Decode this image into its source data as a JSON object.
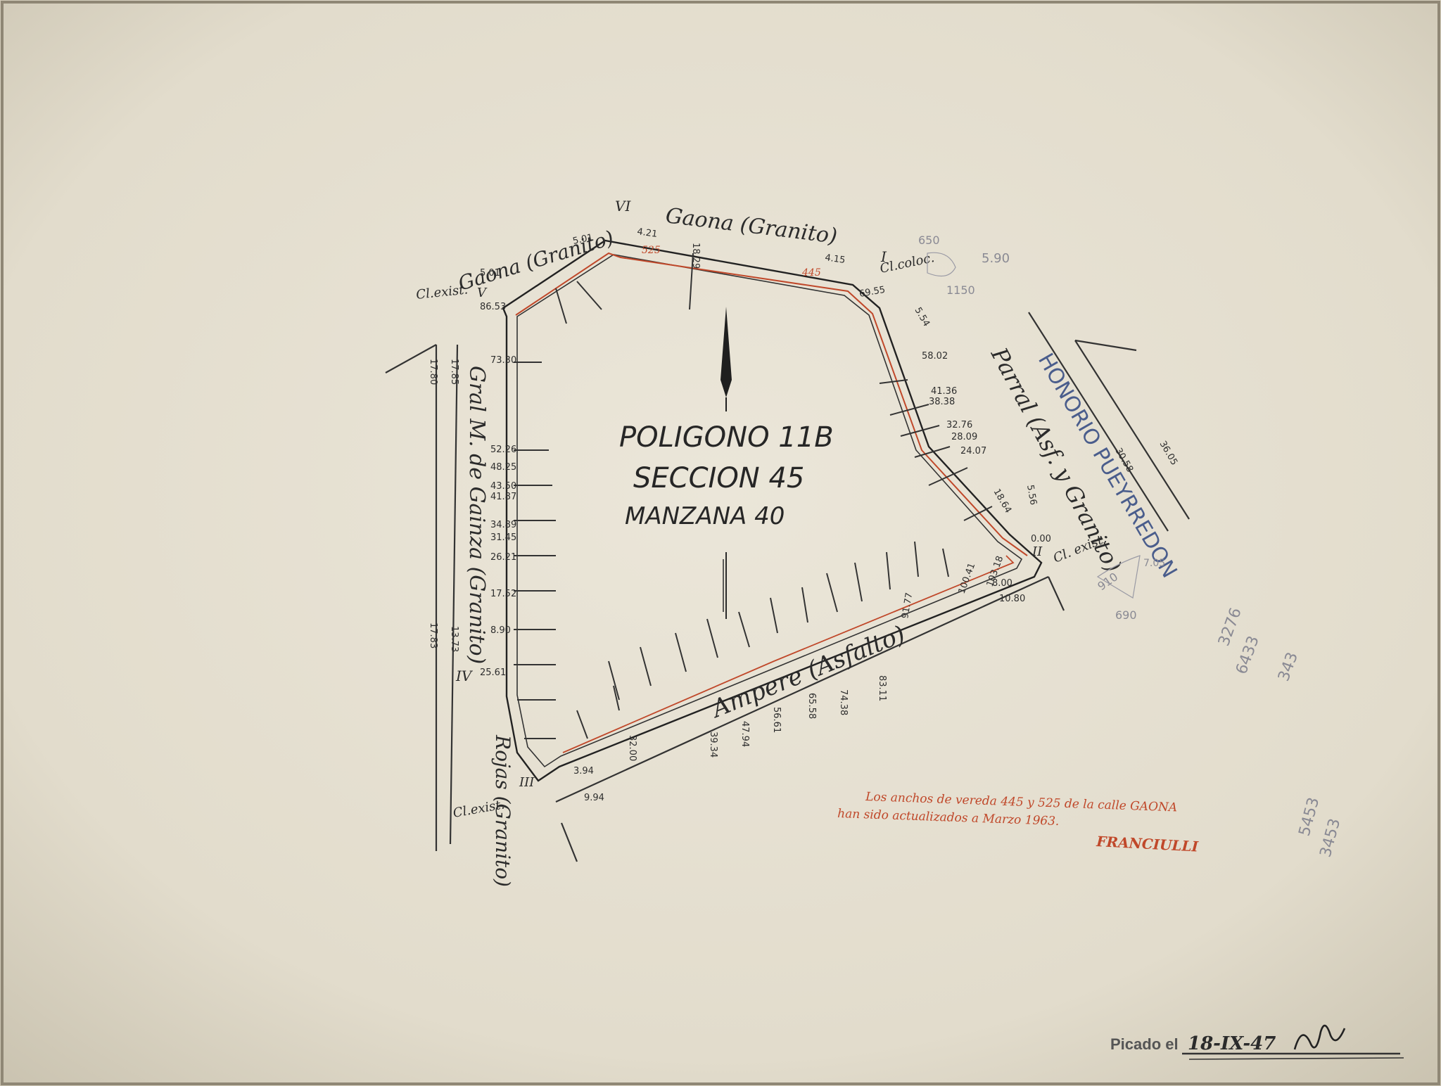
{
  "map": {
    "title_lines": [
      "POLIGONO 11B",
      "SECCION 45",
      "MANZANA 40"
    ],
    "streets": {
      "gaona_top": "Gaona (Granito)",
      "gaona_left": "Gaona (Granito)",
      "gral_gainza": "Gral M. de Gainza (Granito)",
      "ampere": "Ampere (Asfalto)",
      "parral": "Parral (Asf. y Granito)",
      "honorio": "HONORIO PUEYRREDON",
      "rojas": "Rojas (Granito)"
    },
    "vertex_labels": [
      "I",
      "II",
      "III",
      "IV",
      "V",
      "VI"
    ],
    "cl_labels": {
      "cl_exist_top": "Cl.exist.",
      "cl_coloc": "Cl.coloc.",
      "cl_exist_right": "Cl. exist.",
      "cl_exist_bottom": "Cl.exist."
    },
    "widths_red": [
      "525",
      "445"
    ],
    "measurements": {
      "top": [
        "5.01",
        "5.01",
        "4.21",
        "18.29",
        "4.15",
        "69.55",
        "86.53",
        "5.54"
      ],
      "left": [
        "73.30",
        "52.26",
        "48.25",
        "43.50",
        "41.87",
        "34.89",
        "31.45",
        "26.21",
        "17.52",
        "8.90",
        "25.61"
      ],
      "right": [
        "58.02",
        "41.36",
        "38.38",
        "32.76",
        "28.09",
        "24.07",
        "18.64",
        "5.56",
        "0.00"
      ],
      "bottom": [
        "8.00",
        "10.80",
        "100.41",
        "103.18",
        "91.77",
        "83.11",
        "74.38",
        "65.58",
        "56.61",
        "47.94",
        "39.34",
        "32.00",
        "3.94",
        "9.94"
      ],
      "outer": [
        "17.80",
        "17.85",
        "17.83",
        "13.73",
        "30.58",
        "36.05"
      ]
    },
    "pencil_notes": [
      "650",
      "5.90",
      "1150",
      "910",
      "690",
      "7.05",
      "3276",
      "6433",
      "343",
      "5453",
      "3453"
    ]
  },
  "annotation": {
    "line1": "Los anchos de vereda 445 y 525 de la calle GAONA",
    "line2": "han sido actualizados a Marzo 1963.",
    "signature": "FRANCIULLI"
  },
  "footer": {
    "picado_label": "Picado el",
    "picado_date": "18-IX-47"
  },
  "colors": {
    "paper": "#e9e4d6",
    "ink": "#262626",
    "red_ink": "#c0482a",
    "blue_ink": "#4a5d8c",
    "pencil": "#8a8a94"
  }
}
